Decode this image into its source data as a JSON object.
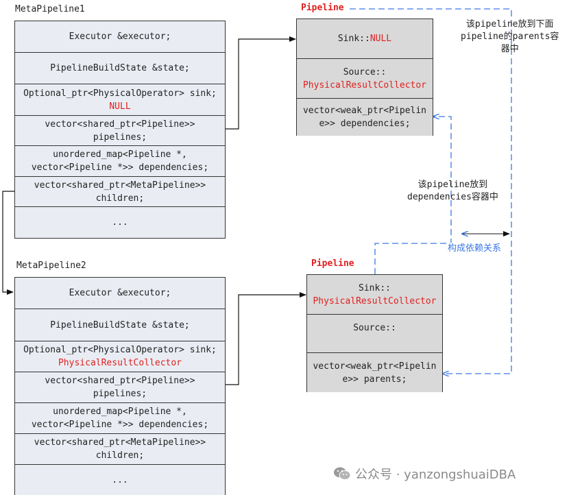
{
  "meta1": {
    "title": "MetaPipeline1",
    "rows": [
      {
        "text": "Executor &executor;"
      },
      {
        "text": "PipelineBuildState &state;"
      },
      {
        "text": "Optional_ptr<PhysicalOperator> sink;",
        "red": "NULL"
      },
      {
        "text": "vector<shared_ptr<Pipeline>>",
        "text2": "pipelines;"
      },
      {
        "text": "unordered_map<Pipeline *,",
        "text2": "vector<Pipeline *>> dependencies;"
      },
      {
        "text": "vector<shared_ptr<MetaPipeline>>",
        "text2": "children;"
      },
      {
        "text": "..."
      }
    ]
  },
  "meta2": {
    "title": "MetaPipeline2",
    "rows": [
      {
        "text": "Executor &executor;"
      },
      {
        "text": "PipelineBuildState &state;"
      },
      {
        "text": "Optional_ptr<PhysicalOperator> sink;",
        "red": "PhysicalResultCollector"
      },
      {
        "text": "vector<shared_ptr<Pipeline>>",
        "text2": "pipelines;"
      },
      {
        "text": "unordered_map<Pipeline *,",
        "text2": "vector<Pipeline *>> dependencies;"
      },
      {
        "text": "vector<shared_ptr<MetaPipeline>>",
        "text2": "children;"
      },
      {
        "text": "..."
      }
    ]
  },
  "pipeline1": {
    "title": "Pipeline",
    "sink_prefix": "Sink::",
    "sink_value": "NULL",
    "source_prefix": "Source::",
    "source_value": "PhysicalResultCollector",
    "vec_line1": "vector<weak_ptr<Pipelin",
    "vec_line2": "e>> dependencies;"
  },
  "pipeline2": {
    "title": "Pipeline",
    "sink_prefix": "Sink::",
    "sink_value": "PhysicalResultCollector",
    "source_prefix": "Source::",
    "vec_line1": "vector<weak_ptr<Pipelin",
    "vec_line2": "e>> parents;"
  },
  "notes": {
    "parents_note_1": "该pipeline放到下面",
    "parents_note_2": "pipeline的parents容",
    "parents_note_3": "器中",
    "deps_note_1": "该pipeline放到",
    "deps_note_2": "dependencies容器中",
    "relation": "构成依赖关系"
  },
  "watermark": {
    "icon": "wechat-icon",
    "text": "公众号 · yanzongshuaiDBA"
  },
  "colors": {
    "red": "#e02020",
    "blue": "#3a78e6",
    "meta_fill": "#e9edf3",
    "pipe_fill": "#d9d9d9"
  }
}
